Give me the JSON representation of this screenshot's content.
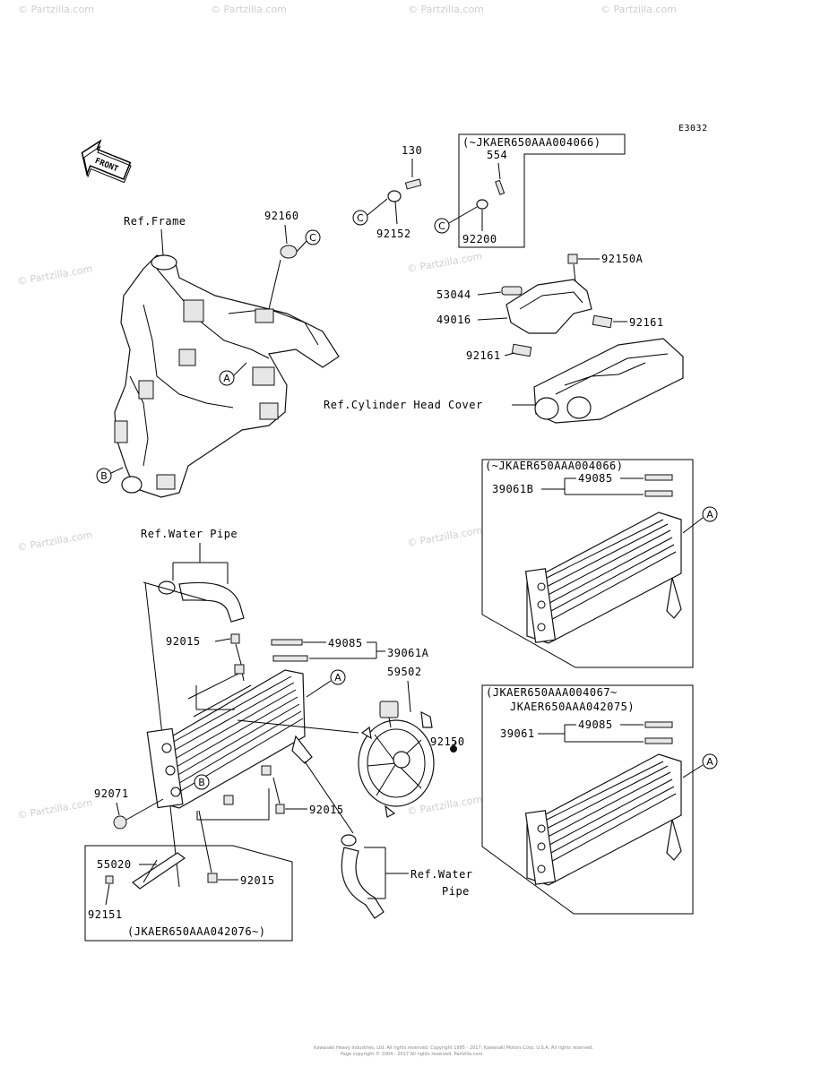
{
  "diagram_code": "E3032",
  "front_arrow": "FRONT",
  "labels": {
    "ref_frame": "Ref.Frame",
    "ref_water_pipe_top": "Ref.Water Pipe",
    "ref_water_pipe_bottom_1": "Ref.Water",
    "ref_water_pipe_bottom_2": "Pipe",
    "ref_cyl_head_cover": "Ref.Cylinder Head Cover"
  },
  "part_numbers": {
    "p130": "130",
    "p92152": "92152",
    "p554": "554",
    "p92200": "92200",
    "p92160": "92160",
    "p92150A": "92150A",
    "p53044": "53044",
    "p49016": "49016",
    "p92161a": "92161",
    "p92161b": "92161",
    "p49085a": "49085",
    "p39061B": "39061B",
    "p92015a": "92015",
    "p49085b": "49085",
    "p39061A": "39061A",
    "p59502": "59502",
    "p92150": "92150",
    "p92071": "92071",
    "p92015b": "92015",
    "p55020": "55020",
    "p92015c": "92015",
    "p92151": "92151",
    "p49085c": "49085",
    "p39061": "39061"
  },
  "serial_ranges": {
    "top_box": "(~JKAER650AAA004066)",
    "right_box_1": "(~JKAER650AAA004066)",
    "right_box_2_line1": "(JKAER650AAA004067~",
    "right_box_2_line2": "JKAER650AAA042075)",
    "bottom_box": "(JKAER650AAA042076~)"
  },
  "ref_letters": {
    "c1": "C",
    "c2": "C",
    "c3": "C",
    "a1": "A",
    "a2": "A",
    "a3": "A",
    "a4": "A",
    "b1": "B",
    "b2": "B"
  },
  "watermark": "© Partzilla.com",
  "copyright_line_1": "Kawasaki Heavy Industries, Ltd. All rights reserved. Copyright 1995 - 2017. Kawasaki Motors Corp. U.S.A. All rights reserved.",
  "copyright_line_2": "Page copyright © 2004 - 2017 All rights reserved. Partzilla.com"
}
